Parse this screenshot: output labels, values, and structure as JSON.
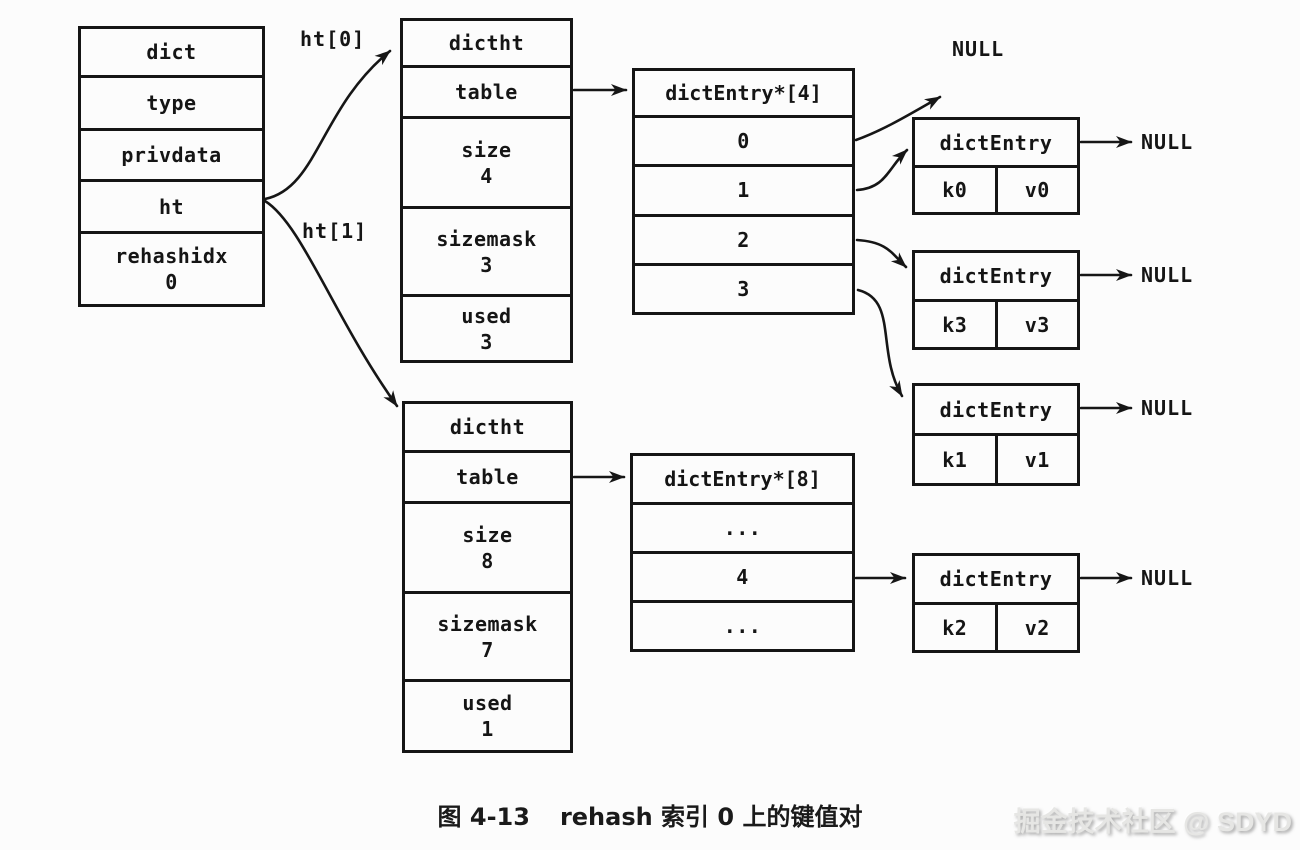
{
  "dict_struct": {
    "header": "dict",
    "fields": [
      "type",
      "privdata",
      "ht"
    ],
    "rehash_label": "rehashidx",
    "rehash_value": "0"
  },
  "pointers": {
    "ht0": "ht[0]",
    "ht1": "ht[1]"
  },
  "dictht0": {
    "header": "dictht",
    "table_label": "table",
    "size_label": "size",
    "size_value": "4",
    "sizemask_label": "sizemask",
    "sizemask_value": "3",
    "used_label": "used",
    "used_value": "3"
  },
  "dictht1": {
    "header": "dictht",
    "table_label": "table",
    "size_label": "size",
    "size_value": "8",
    "sizemask_label": "sizemask",
    "sizemask_value": "7",
    "used_label": "used",
    "used_value": "1"
  },
  "array0": {
    "header": "dictEntry*[4]",
    "slots": [
      "0",
      "1",
      "2",
      "3"
    ]
  },
  "array1": {
    "header": "dictEntry*[8]",
    "slots": [
      "...",
      "4",
      "..."
    ]
  },
  "null_top": "NULL",
  "entries": {
    "e0": {
      "header": "dictEntry",
      "key": "k0",
      "value": "v0",
      "next": "NULL"
    },
    "e3": {
      "header": "dictEntry",
      "key": "k3",
      "value": "v3",
      "next": "NULL"
    },
    "e1": {
      "header": "dictEntry",
      "key": "k1",
      "value": "v1",
      "next": "NULL"
    },
    "e2": {
      "header": "dictEntry",
      "key": "k2",
      "value": "v2",
      "next": "NULL"
    }
  },
  "caption": {
    "figure_no": "图 4-13",
    "text": "rehash 索引 0 上的键值对"
  },
  "watermark": "掘金技术社区 @ SDYD"
}
